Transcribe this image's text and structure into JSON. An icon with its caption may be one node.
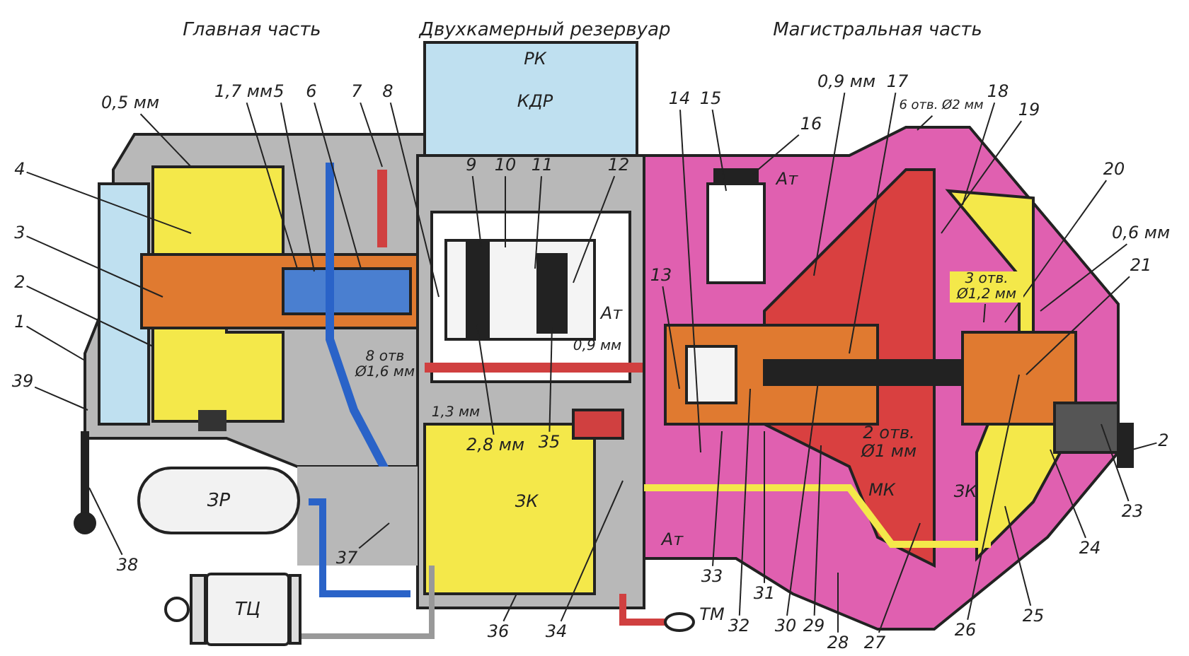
{
  "diagram": {
    "nodes": [
      {
        "text": [
          "0,5 мм"
        ]
      },
      {
        "text": [
          "1,7 мм"
        ]
      },
      {
        "text": [
          "5"
        ]
      },
      {
        "text": [
          "6"
        ]
      },
      {
        "text": [
          "7"
        ]
      },
      {
        "text": [
          "8"
        ]
      },
      {
        "text": [
          "4"
        ]
      },
      {
        "text": [
          "3"
        ]
      },
      {
        "text": [
          "2"
        ]
      },
      {
        "text": [
          "1"
        ]
      },
      {
        "text": [
          "39"
        ]
      },
      {
        "text": [
          "38"
        ]
      },
      {
        "text": [
          "37"
        ]
      },
      {
        "text": [
          "36"
        ]
      },
      {
        "text": [
          "34"
        ]
      },
      {
        "text": [
          "35"
        ]
      },
      {
        "text": [
          "2,8 мм"
        ]
      },
      {
        "text": [
          "9"
        ]
      },
      {
        "text": [
          "10"
        ]
      },
      {
        "text": [
          "11"
        ]
      },
      {
        "text": [
          "12"
        ]
      },
      {
        "text": [
          "13"
        ]
      },
      {
        "text": [
          "14"
        ]
      },
      {
        "text": [
          "15"
        ]
      },
      {
        "text": [
          "16"
        ]
      },
      {
        "text": [
          "0,9 мм"
        ]
      },
      {
        "text": [
          "17"
        ]
      },
      {
        "text": [
          "6 отв. Ø2 мм"
        ]
      },
      {
        "text": [
          "18"
        ]
      },
      {
        "text": [
          "19"
        ]
      },
      {
        "text": [
          "20"
        ]
      },
      {
        "text": [
          "0,6 мм"
        ]
      },
      {
        "text": [
          "21"
        ]
      },
      {
        "text": [
          "3 отв. Ø1,2 мм"
        ]
      },
      {
        "text": [
          "2"
        ]
      },
      {
        "text": [
          "23"
        ]
      },
      {
        "text": [
          "24"
        ]
      },
      {
        "text": [
          "25"
        ]
      },
      {
        "text": [
          "26"
        ]
      },
      {
        "text": [
          "27"
        ]
      },
      {
        "text": [
          "28"
        ]
      },
      {
        "text": [
          "29"
        ]
      },
      {
        "text": [
          "30"
        ]
      },
      {
        "text": [
          "31"
        ]
      },
      {
        "text": [
          "32"
        ]
      },
      {
        "text": [
          "33"
        ]
      },
      {
        "text": [
          "ЗР"
        ]
      },
      {
        "text": [
          "ТЦ"
        ]
      }
    ],
    "edges": [
      {
        "from": 0,
        "to": null,
        "arrow": "none"
      },
      {
        "from": 1,
        "to": null,
        "arrow": "none"
      },
      {
        "from": 2,
        "to": null,
        "arrow": "none"
      },
      {
        "from": 3,
        "to": null,
        "arrow": "none"
      },
      {
        "from": 4,
        "to": null,
        "arrow": "none"
      },
      {
        "from": 5,
        "to": null,
        "arrow": "none"
      },
      {
        "from": 6,
        "to": null,
        "arrow": "none"
      },
      {
        "from": 7,
        "to": null,
        "arrow": "none"
      },
      {
        "from": 8,
        "to": null,
        "arrow": "none"
      },
      {
        "from": 9,
        "to": null,
        "arrow": "none"
      },
      {
        "from": 10,
        "to": null,
        "arrow": "none"
      },
      {
        "from": 11,
        "to": null,
        "arrow": "none"
      },
      {
        "from": 12,
        "to": null,
        "arrow": "none"
      },
      {
        "from": 13,
        "to": null,
        "arrow": "none"
      },
      {
        "from": 14,
        "to": null,
        "arrow": "none"
      },
      {
        "from": 15,
        "to": null,
        "arrow": "none"
      },
      {
        "from": 16,
        "to": null,
        "arrow": "none"
      },
      {
        "from": 17,
        "to": null,
        "arrow": "none"
      },
      {
        "from": 18,
        "to": null,
        "arrow": "none"
      },
      {
        "from": 19,
        "to": null,
        "arrow": "none"
      },
      {
        "from": 20,
        "to": null,
        "arrow": "none"
      },
      {
        "from": 21,
        "to": null,
        "arrow": "none"
      },
      {
        "from": 22,
        "to": null,
        "arrow": "none"
      },
      {
        "from": 23,
        "to": null,
        "arrow": "none"
      },
      {
        "from": 24,
        "to": null,
        "arrow": "none"
      },
      {
        "from": 25,
        "to": null,
        "arrow": "none"
      },
      {
        "from": 26,
        "to": null,
        "arrow": "none"
      },
      {
        "from": 27,
        "to": null,
        "arrow": "none"
      },
      {
        "from": 28,
        "to": null,
        "arrow": "none"
      },
      {
        "from": 29,
        "to": null,
        "arrow": "none"
      },
      {
        "from": 30,
        "to": null,
        "arrow": "none"
      },
      {
        "from": 31,
        "to": null,
        "arrow": "none"
      },
      {
        "from": 32,
        "to": null,
        "arrow": "none"
      },
      {
        "from": 33,
        "to": null,
        "arrow": "none"
      },
      {
        "from": 34,
        "to": null,
        "arrow": "none"
      },
      {
        "from": 35,
        "to": null,
        "arrow": "none"
      },
      {
        "from": 36,
        "to": null,
        "arrow": "none"
      },
      {
        "from": 37,
        "to": null,
        "arrow": "none"
      },
      {
        "from": 38,
        "to": null,
        "arrow": "none"
      },
      {
        "from": 39,
        "to": null,
        "arrow": "none"
      },
      {
        "from": 40,
        "to": null,
        "arrow": "none"
      },
      {
        "from": 41,
        "to": null,
        "arrow": "none"
      },
      {
        "from": 42,
        "to": null,
        "arrow": "none"
      },
      {
        "from": 43,
        "to": null,
        "arrow": "none"
      },
      {
        "from": 44,
        "to": null,
        "arrow": "none"
      },
      {
        "from": 45,
        "to": null,
        "arrow": "none"
      }
    ],
    "labels": [
      "Главная часть",
      "Двухкамерный резервуар",
      "Магистральная часть",
      "РК",
      "КДР",
      "Ат",
      "Ат",
      "0,9 мм",
      "8 отв Ø1,6 мм",
      "1,3 мм",
      "ЗК",
      "2 отв. Ø1 мм",
      "МК",
      "ЗК",
      "Ат",
      "ТМ"
    ]
  }
}
